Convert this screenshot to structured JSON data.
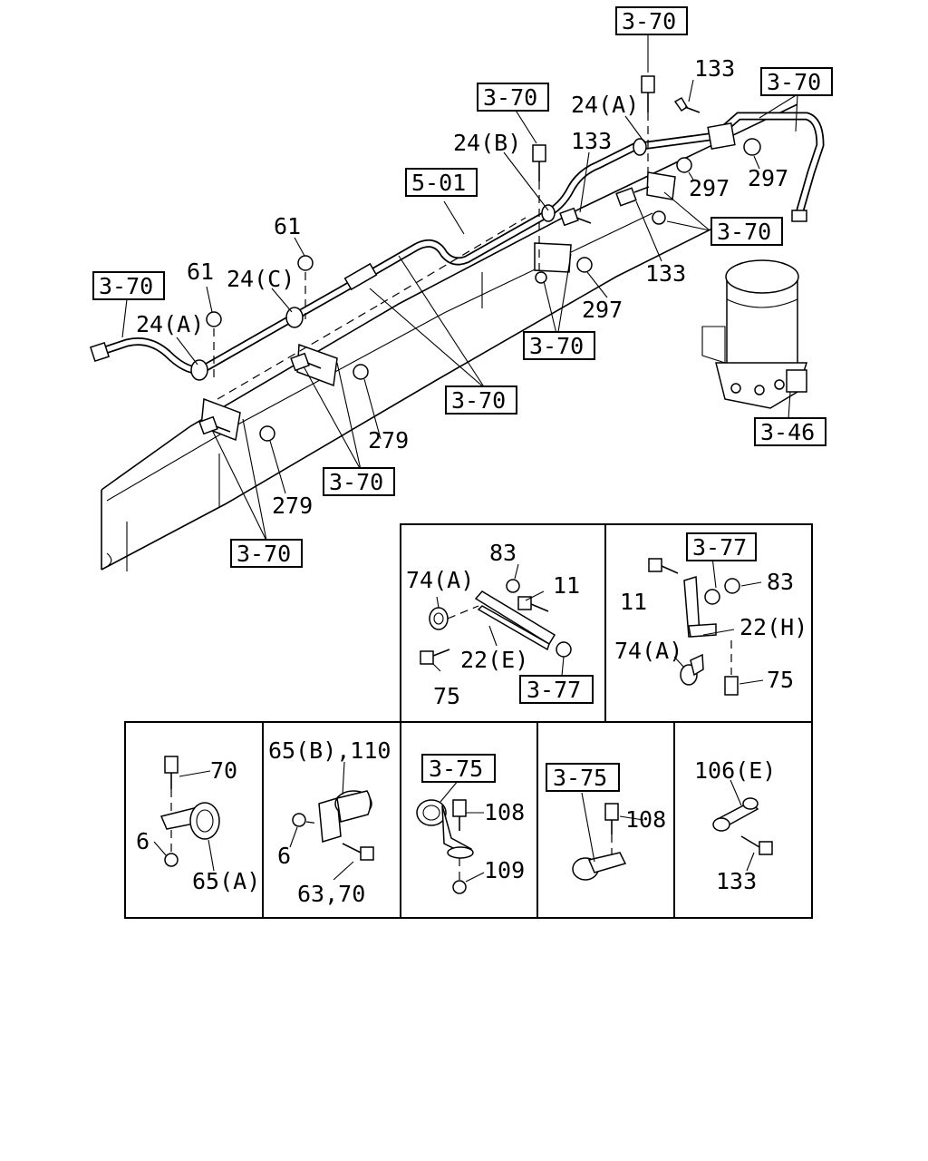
{
  "references": {
    "r370_top": "3-70",
    "r370_topright": "3-70",
    "r370_midtop": "3-70",
    "r370_left": "3-70",
    "r370_right": "3-70",
    "r370_center": "3-70",
    "r370_midlow": "3-70",
    "r370_lower": "3-70",
    "r370_bottom": "3-70",
    "r501": "5-01",
    "r346": "3-46",
    "r377_a": "3-77",
    "r377_b": "3-77",
    "r375_a": "3-75",
    "r375_b": "3-75"
  },
  "labels": {
    "l133_top": "133",
    "l24a_top": "24(A)",
    "l24b": "24(B)",
    "l133_mid": "133",
    "l297_a": "297",
    "l297_b": "297",
    "l133_low": "133",
    "l297_c": "297",
    "l61_a": "61",
    "l61_b": "61",
    "l24c": "24(C)",
    "l24a_left": "24(A)",
    "l279_a": "279",
    "l279_b": "279",
    "l83_a": "83",
    "l74a_a": "74(A)",
    "l11_a": "11",
    "l22e": "22(E)",
    "l75_a": "75",
    "l11_b": "11",
    "l83_b": "83",
    "l22h": "22(H)",
    "l74a_b": "74(A)",
    "l75_b": "75",
    "l70": "70",
    "l6_a": "6",
    "l65a": "65(A)",
    "l65b110": "65(B),110",
    "l6_b": "6",
    "l6370": "63,70",
    "l108_a": "108",
    "l109": "109",
    "l108_b": "108",
    "l106e": "106(E)",
    "l133_panel": "133"
  },
  "colors": {
    "line": "#000000",
    "background": "#ffffff"
  }
}
